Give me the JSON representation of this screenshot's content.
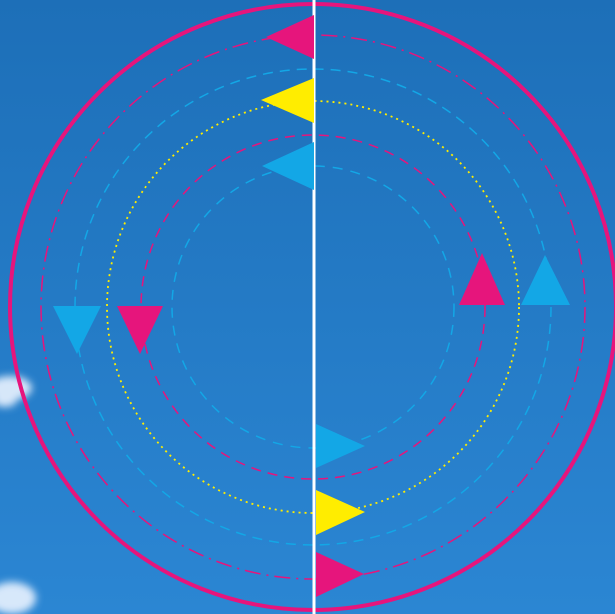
{
  "scene": {
    "description_visible_text": "",
    "background": {
      "sky_top_color": "#1d6fb8",
      "sky_bottom_color": "#2b86d3",
      "cloud_color": "#eaf3ff"
    },
    "colors": {
      "magenta": "#e6157c",
      "cyan": "#13a7e6",
      "yellow": "#ffed00",
      "divider": "#ffffff"
    },
    "icons": [
      "outer-solid-ring",
      "dash-dot-ring",
      "dashed-cyan-ring",
      "dotted-yellow-ring",
      "dashed-magenta-ring",
      "inner-dashed-cyan-ring",
      "triangle-arrows"
    ]
  }
}
